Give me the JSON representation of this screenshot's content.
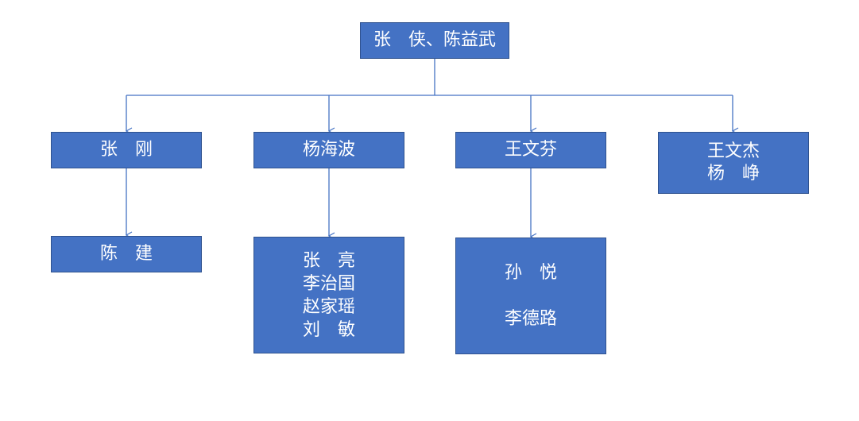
{
  "org_chart": {
    "root": {
      "label": "张　侠、陈益武"
    },
    "branches": [
      {
        "lines": [
          "张　刚"
        ],
        "child": {
          "lines": [
            "陈　建"
          ]
        }
      },
      {
        "lines": [
          "杨海波"
        ],
        "child": {
          "lines": [
            "张　亮",
            "李治国",
            "赵家瑶",
            "刘　敏"
          ]
        }
      },
      {
        "lines": [
          "王文芬"
        ],
        "child": {
          "lines": [
            "孙　悦",
            "李德路"
          ]
        }
      },
      {
        "lines": [
          "王文杰",
          "杨　峥"
        ]
      }
    ]
  },
  "colors": {
    "box_fill": "#4472c4",
    "box_border": "#2f528f",
    "connector": "#4472c4",
    "text": "#ffffff"
  }
}
